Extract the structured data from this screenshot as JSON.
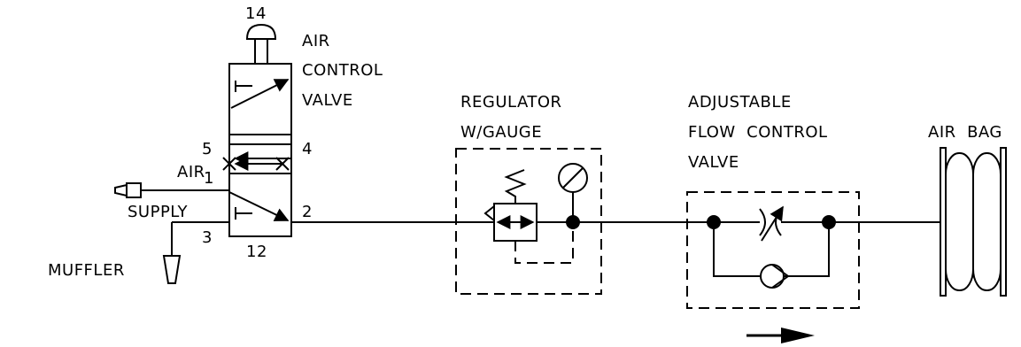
{
  "labels": {
    "port_14": "14",
    "acv_1": "AIR",
    "acv_2": "CONTROL",
    "acv_3": "VALVE",
    "port_5": "5",
    "port_4": "4",
    "port_1": "1",
    "port_2": "2",
    "port_3": "3",
    "port_12": "12",
    "supply_1": "AIR",
    "supply_2": "SUPPLY",
    "muffler": "MUFFLER",
    "reg_1": "REGULATOR",
    "reg_2": "W/GAUGE",
    "flow_1": "ADJUSTABLE",
    "flow_2": "FLOW  CONTROL",
    "flow_3": "VALVE",
    "airbag": "AIR  BAG"
  },
  "colors": {
    "line": "#000000",
    "background": "#ffffff"
  },
  "icons": [
    "push-button-icon",
    "exhaust-muffler-icon",
    "supply-fitting-icon",
    "pressure-gauge-icon",
    "check-valve-icon",
    "variable-restrictor-icon",
    "flow-direction-arrow-icon",
    "air-bag-icon"
  ]
}
